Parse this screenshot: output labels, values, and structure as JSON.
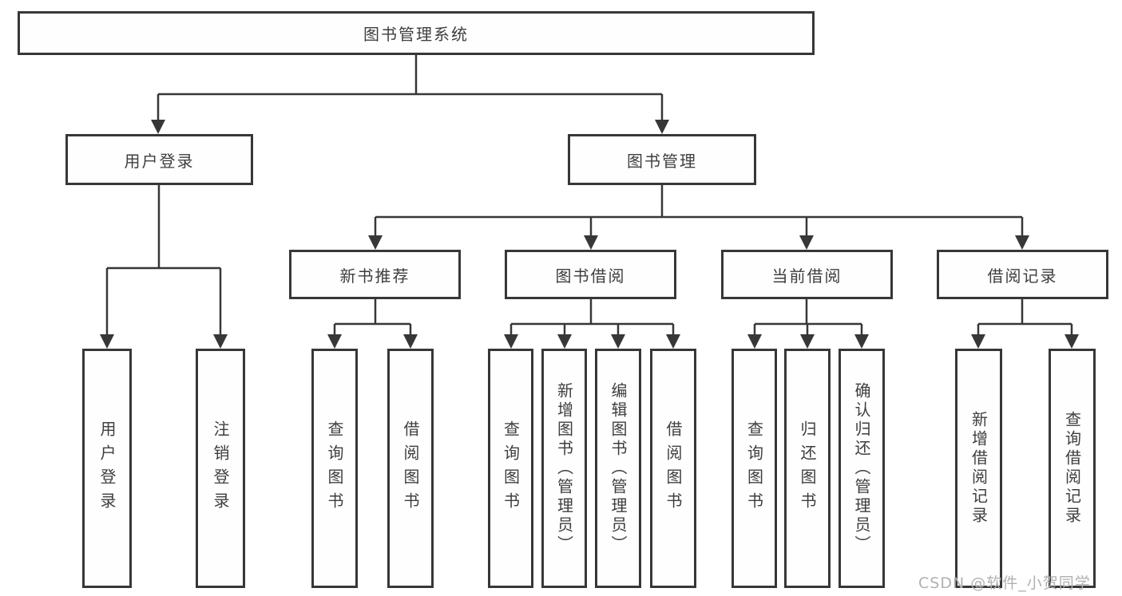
{
  "diagram_title": "图书管理系统",
  "nodes": {
    "root": "图书管理系统",
    "user_login": "用户登录",
    "book_mgmt": "图书管理",
    "new_book_rec": "新书推荐",
    "book_borrow": "图书借阅",
    "current_borrow": "当前借阅",
    "borrow_records": "借阅记录",
    "leaf_user_login": "用户登录",
    "leaf_logout": "注销登录",
    "leaf_query_books_rec": "查询图书",
    "leaf_borrow_books_rec": "借阅图书",
    "leaf_query_books_borrow": "查询图书",
    "leaf_add_book": "新增图书（管理员）",
    "leaf_edit_book": "编辑图书（管理员）",
    "leaf_borrow_books_borrow": "借阅图书",
    "leaf_query_books_current": "查询图书",
    "leaf_return_book": "归还图书",
    "leaf_confirm_return": "确认归还（管理员）",
    "leaf_add_borrow_record": "新增借阅记录",
    "leaf_query_borrow_record": "查询借阅记录"
  },
  "hierarchy": {
    "图书管理系统": {
      "用户登录": [
        "用户登录",
        "注销登录"
      ],
      "图书管理": {
        "新书推荐": [
          "查询图书",
          "借阅图书"
        ],
        "图书借阅": [
          "查询图书",
          "新增图书（管理员）",
          "编辑图书（管理员）",
          "借阅图书"
        ],
        "当前借阅": [
          "查询图书",
          "归还图书",
          "确认归还（管理员）"
        ],
        "借阅记录": [
          "新增借阅记录",
          "查询借阅记录"
        ]
      }
    }
  },
  "watermark": "CSDN @软件_小贺同学",
  "colors": {
    "line": "#373737",
    "text": "#3e3e3e",
    "background": "#ffffff",
    "watermark": "#b0b0b0"
  }
}
